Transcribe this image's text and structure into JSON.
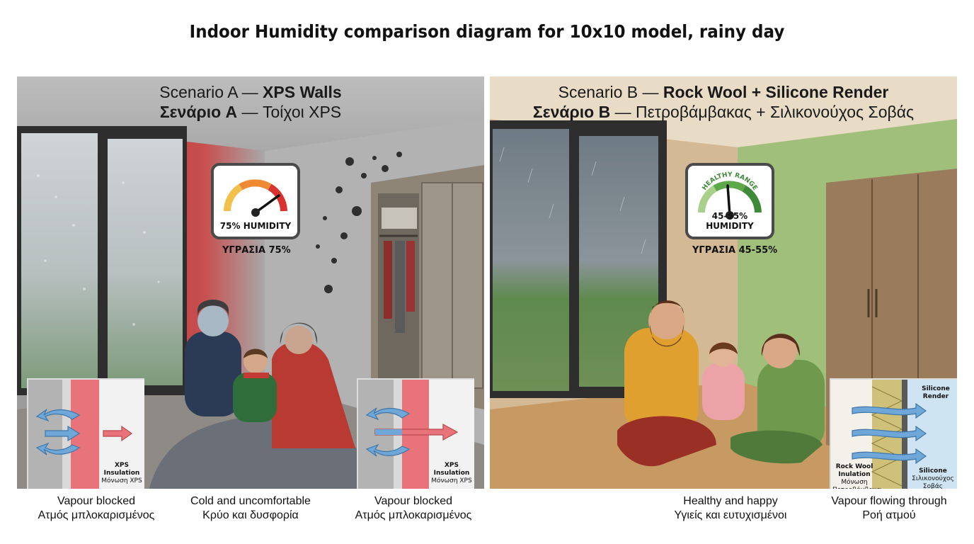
{
  "title": "Indoor Humidity comparison diagram for 10x10 model, rainy day",
  "scenario_a": {
    "title_prefix": "Scenario A — ",
    "title_bold": "XPS Walls",
    "subtitle_bold": "Σενάριο A",
    "subtitle_rest": " — Τοίχοι XPS",
    "gauge_label": "75% HUMIDITY",
    "gauge_value_percent": 75,
    "greek_humidity": "ΥΓΡΑΣΙΑ 75%",
    "inset_left": {
      "label": "XPS Insulation",
      "label_gr": "Μόνωση XPS"
    },
    "inset_right": {
      "label": "XPS Insulation",
      "label_gr": "Μόνωση XPS"
    }
  },
  "scenario_b": {
    "title_prefix": "Scenario B — ",
    "title_bold": "Rock Wool + Silicone Render",
    "subtitle_bold": "Σενάριο B",
    "subtitle_rest": " — Πετροβάμβακας + Σιλικονούχος Σοβάς",
    "gauge_top_label": "HEALTHY RANGE",
    "gauge_label": "45-55% HUMIDITY",
    "gauge_value_percent": 50,
    "greek_humidity": "ΥΓΡΑΣΙΑ 45-55%",
    "inset": {
      "silicone_top": "Silicone Render",
      "rockwool": "Rock Wool Inulation",
      "rockwool_gr": "Μόνωση Πετροβάμβακα",
      "silicone_bottom": "Silicone",
      "silicone_gr": "Σιλικονούχος Σοβάς"
    }
  },
  "captions": [
    {
      "en": "Vapour blocked",
      "gr": "Ατμός μπλοκαρισμένος"
    },
    {
      "en": "Cold and uncomfortable",
      "gr": "Κρύο και δυσφορία"
    },
    {
      "en": "Vapour blocked",
      "gr": "Ατμός μπλοκαρισμένος"
    },
    {
      "en": "Healthy and happy",
      "gr": "Υγιείς και ευτυχισμένοι"
    },
    {
      "en": "Vapour flowing through",
      "gr": "Ροή ατμού"
    }
  ],
  "colors": {
    "xps_red": "#e8737a",
    "mold": "#2f2f2f",
    "healthy_green": "#5fa84a",
    "wall_green": "#9fbf7a",
    "vapour_blue": "#6fa8d8"
  }
}
